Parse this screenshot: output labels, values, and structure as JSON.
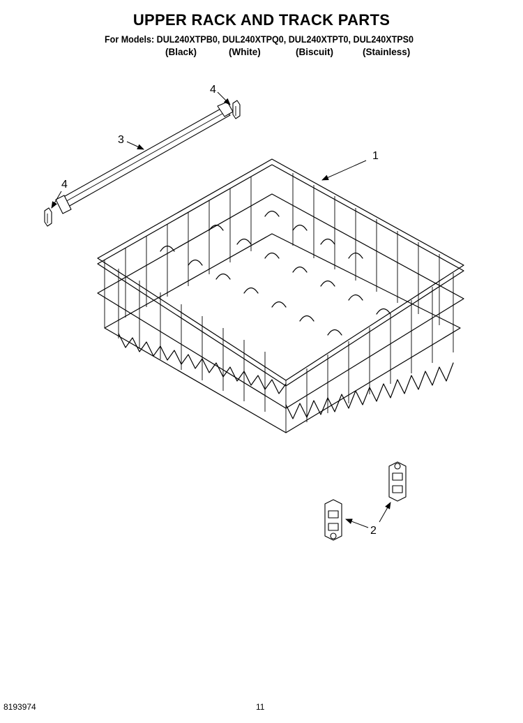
{
  "header": {
    "title": "UPPER RACK AND TRACK PARTS",
    "models_line": "For Models: DUL240XTPB0, DUL240XTPQ0, DUL240XTPT0, DUL240XTPS0",
    "variants": [
      "(Black)",
      "(White)",
      "(Biscuit)",
      "(Stainless)"
    ]
  },
  "callouts": {
    "rack": "1",
    "roller": "2",
    "track": "3",
    "end_cap_top": "4",
    "end_cap_left": "4"
  },
  "footer": {
    "doc_number": "8193974",
    "page_number": "11"
  }
}
